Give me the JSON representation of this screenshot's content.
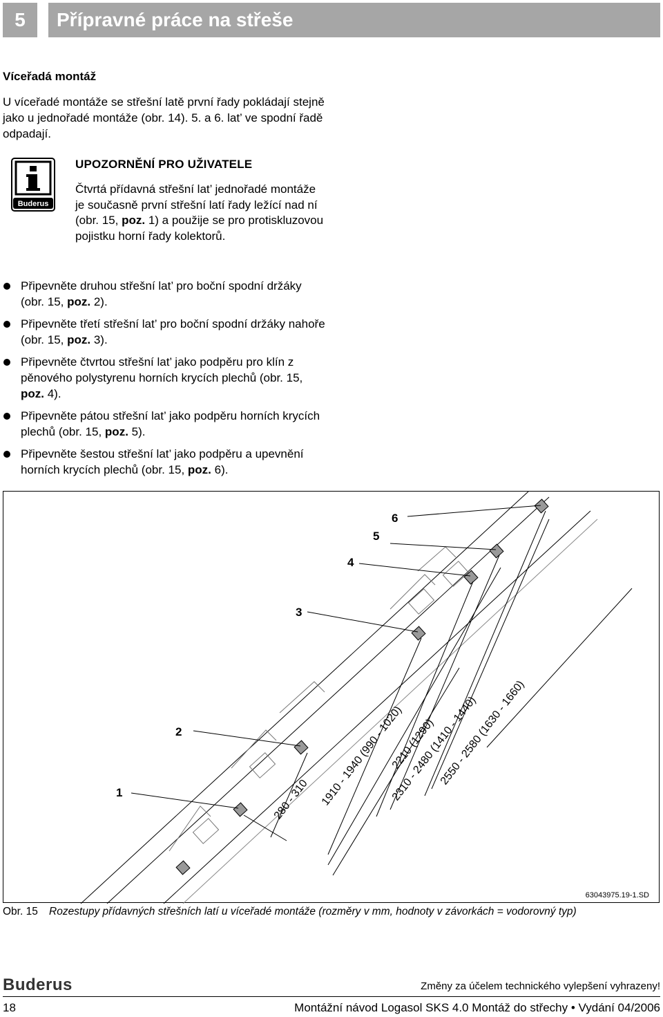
{
  "header": {
    "chapter_number": "5",
    "chapter_title": "Přípravné práce na střeše"
  },
  "section": {
    "heading": "Víceřadá montáž",
    "intro": "U víceřadé montáže se střešní latě první řady pokládají stejně jako u jednořadé montáže (obr. 14). 5. a 6. lat’ ve spodní řadě odpadají."
  },
  "notice": {
    "icon": "info-icon",
    "brand": "Buderus",
    "title": "UPOZORNĚNÍ PRO UŽIVATELE",
    "text_1": "Čtvrtá přídavná střešní lat’ jednořadé montáže je současně první střešní latí řady ležící nad ní (obr. 15, ",
    "text_2_bold": "poz.",
    "text_3": " 1) a použije se pro protiskluzovou pojistku horní řady kolektorů."
  },
  "bullets": [
    {
      "text": "Připevněte druhou střešní lat’ pro boční spodní držáky (obr. 15, ",
      "bold": "poz.",
      "end": " 2)."
    },
    {
      "text": "Připevněte třetí střešní lat’ pro boční spodní držáky nahoře (obr. 15, ",
      "bold": "poz.",
      "end": " 3)."
    },
    {
      "text": "Připevněte čtvrtou střešní lat’ jako podpěru pro klín z pěnového polystyrenu horních krycích plechů (obr. 15, ",
      "bold": "poz.",
      "end": " 4)."
    },
    {
      "text": "Připevněte pátou střešní lat’ jako podpěru horních krycích plechů (obr. 15, ",
      "bold": "poz.",
      "end": " 5)."
    },
    {
      "text": "Připevněte šestou střešní lat’ jako podpěru a upevnění horních krycích plechů (obr. 15, ",
      "bold": "poz.",
      "end": " 6)."
    }
  ],
  "figure": {
    "positions": [
      "1",
      "2",
      "3",
      "4",
      "5",
      "6"
    ],
    "dimensions": [
      "280 - 310",
      "1910 - 1940 (990 - 1020)",
      "2210 (1290)",
      "2310 - 2480 (1410 - 1440)",
      "2550 - 2580 (1630 - 1660)"
    ],
    "drawing_id": "63043975.19-1.SD",
    "caption_label": "Obr. 15",
    "caption_text": "Rozestupy přídavných střešních latí u víceřadé montáže (rozměry v mm, hodnoty v závorkách = vodorovný typ)"
  },
  "footer": {
    "brand": "Buderus",
    "note": "Změny za účelem technického vylepšení vyhrazeny!",
    "page": "18",
    "doc": "Montážní návod Logasol SKS 4.0 Montáž do střechy • Vydání 04/2006"
  }
}
